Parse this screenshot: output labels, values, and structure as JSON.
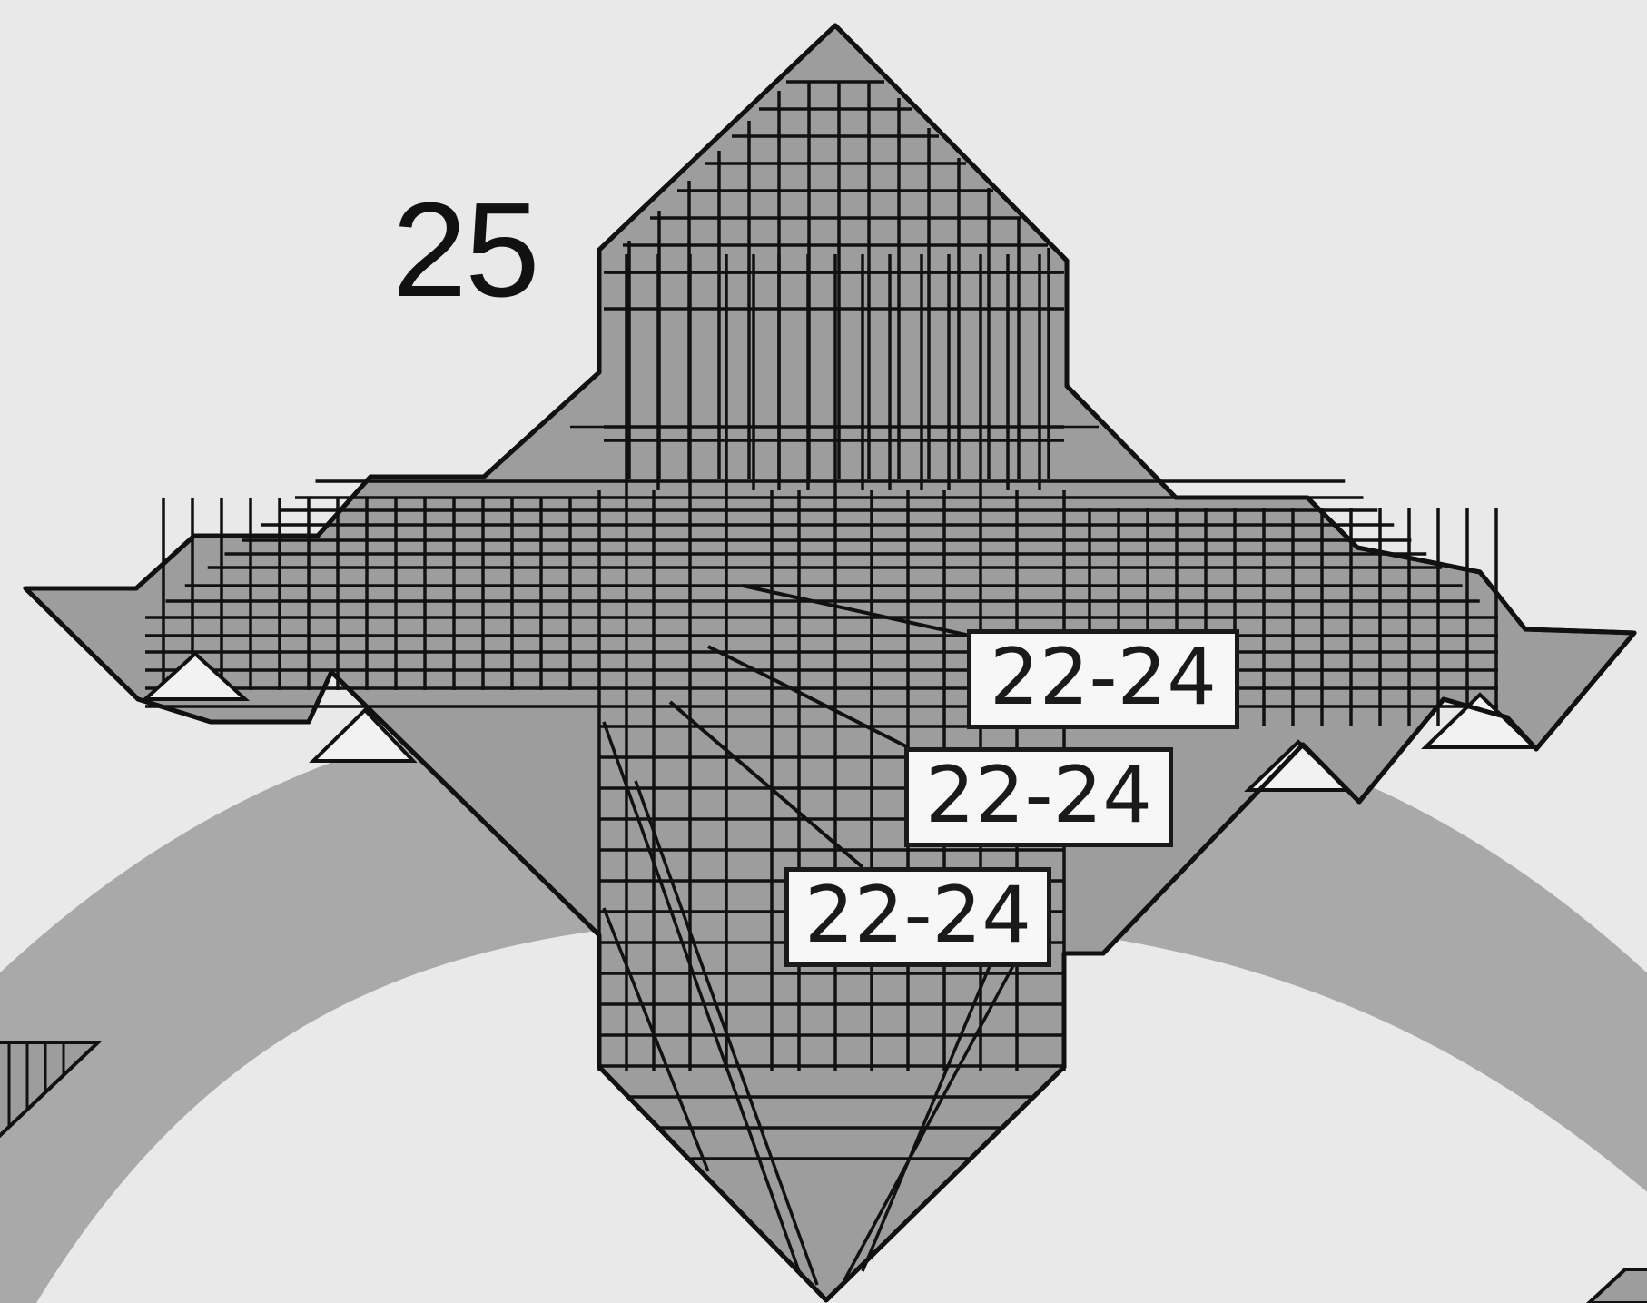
{
  "diagram": {
    "step_number": "25",
    "reference_labels": [
      "22-24",
      "22-24",
      "22-24"
    ]
  },
  "colors": {
    "background": "#e9e9e9",
    "band": "#a9a9a9",
    "paper_fill": "#9d9d9d",
    "paper_light": "#f2f2f2",
    "line": "#111111"
  }
}
